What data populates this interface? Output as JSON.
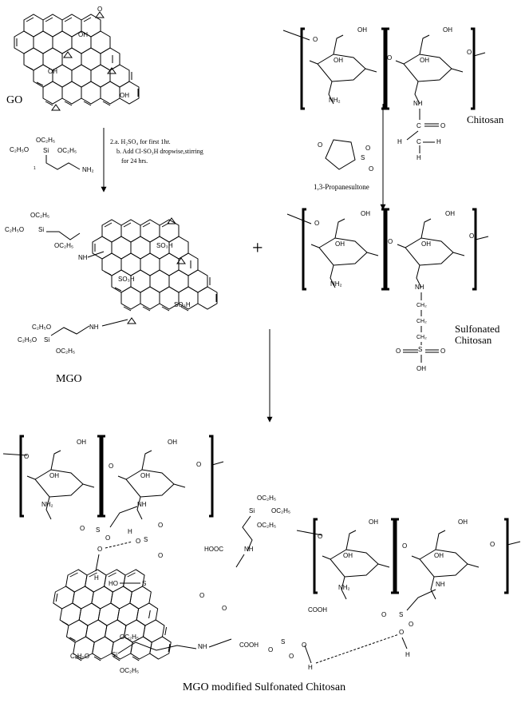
{
  "labels": {
    "go": "GO",
    "chitosan": "Chitosan",
    "propanesultone": "1,3-Propanesultone",
    "mgo": "MGO",
    "sulfonated_chitosan_line1": "Sulfonated",
    "sulfonated_chitosan_line2": "Chitosan",
    "final_product": "MGO modified Sulfonated Chitosan",
    "plus": "+"
  },
  "reaction_conditions": {
    "step_a": "2.a. H₂SO₄ for first 1hr.",
    "step_b_line1": "b. Add Cl-SO₃H dropwise,stirring",
    "step_b_line2": "for 24 hrs.",
    "footnote": "1"
  },
  "atoms": {
    "oh": "OH",
    "o": "O",
    "nh": "NH",
    "nh2": "NH₂",
    "so3h": "SO₃H",
    "si": "Si",
    "oc2h5": "OC₂H₅",
    "c2h5o": "C₂H₅O",
    "cooh": "COOH",
    "hooc": "HOOC",
    "ho": "HO",
    "h": "H",
    "c": "C",
    "ch2": "CH₂",
    "s": "S"
  }
}
